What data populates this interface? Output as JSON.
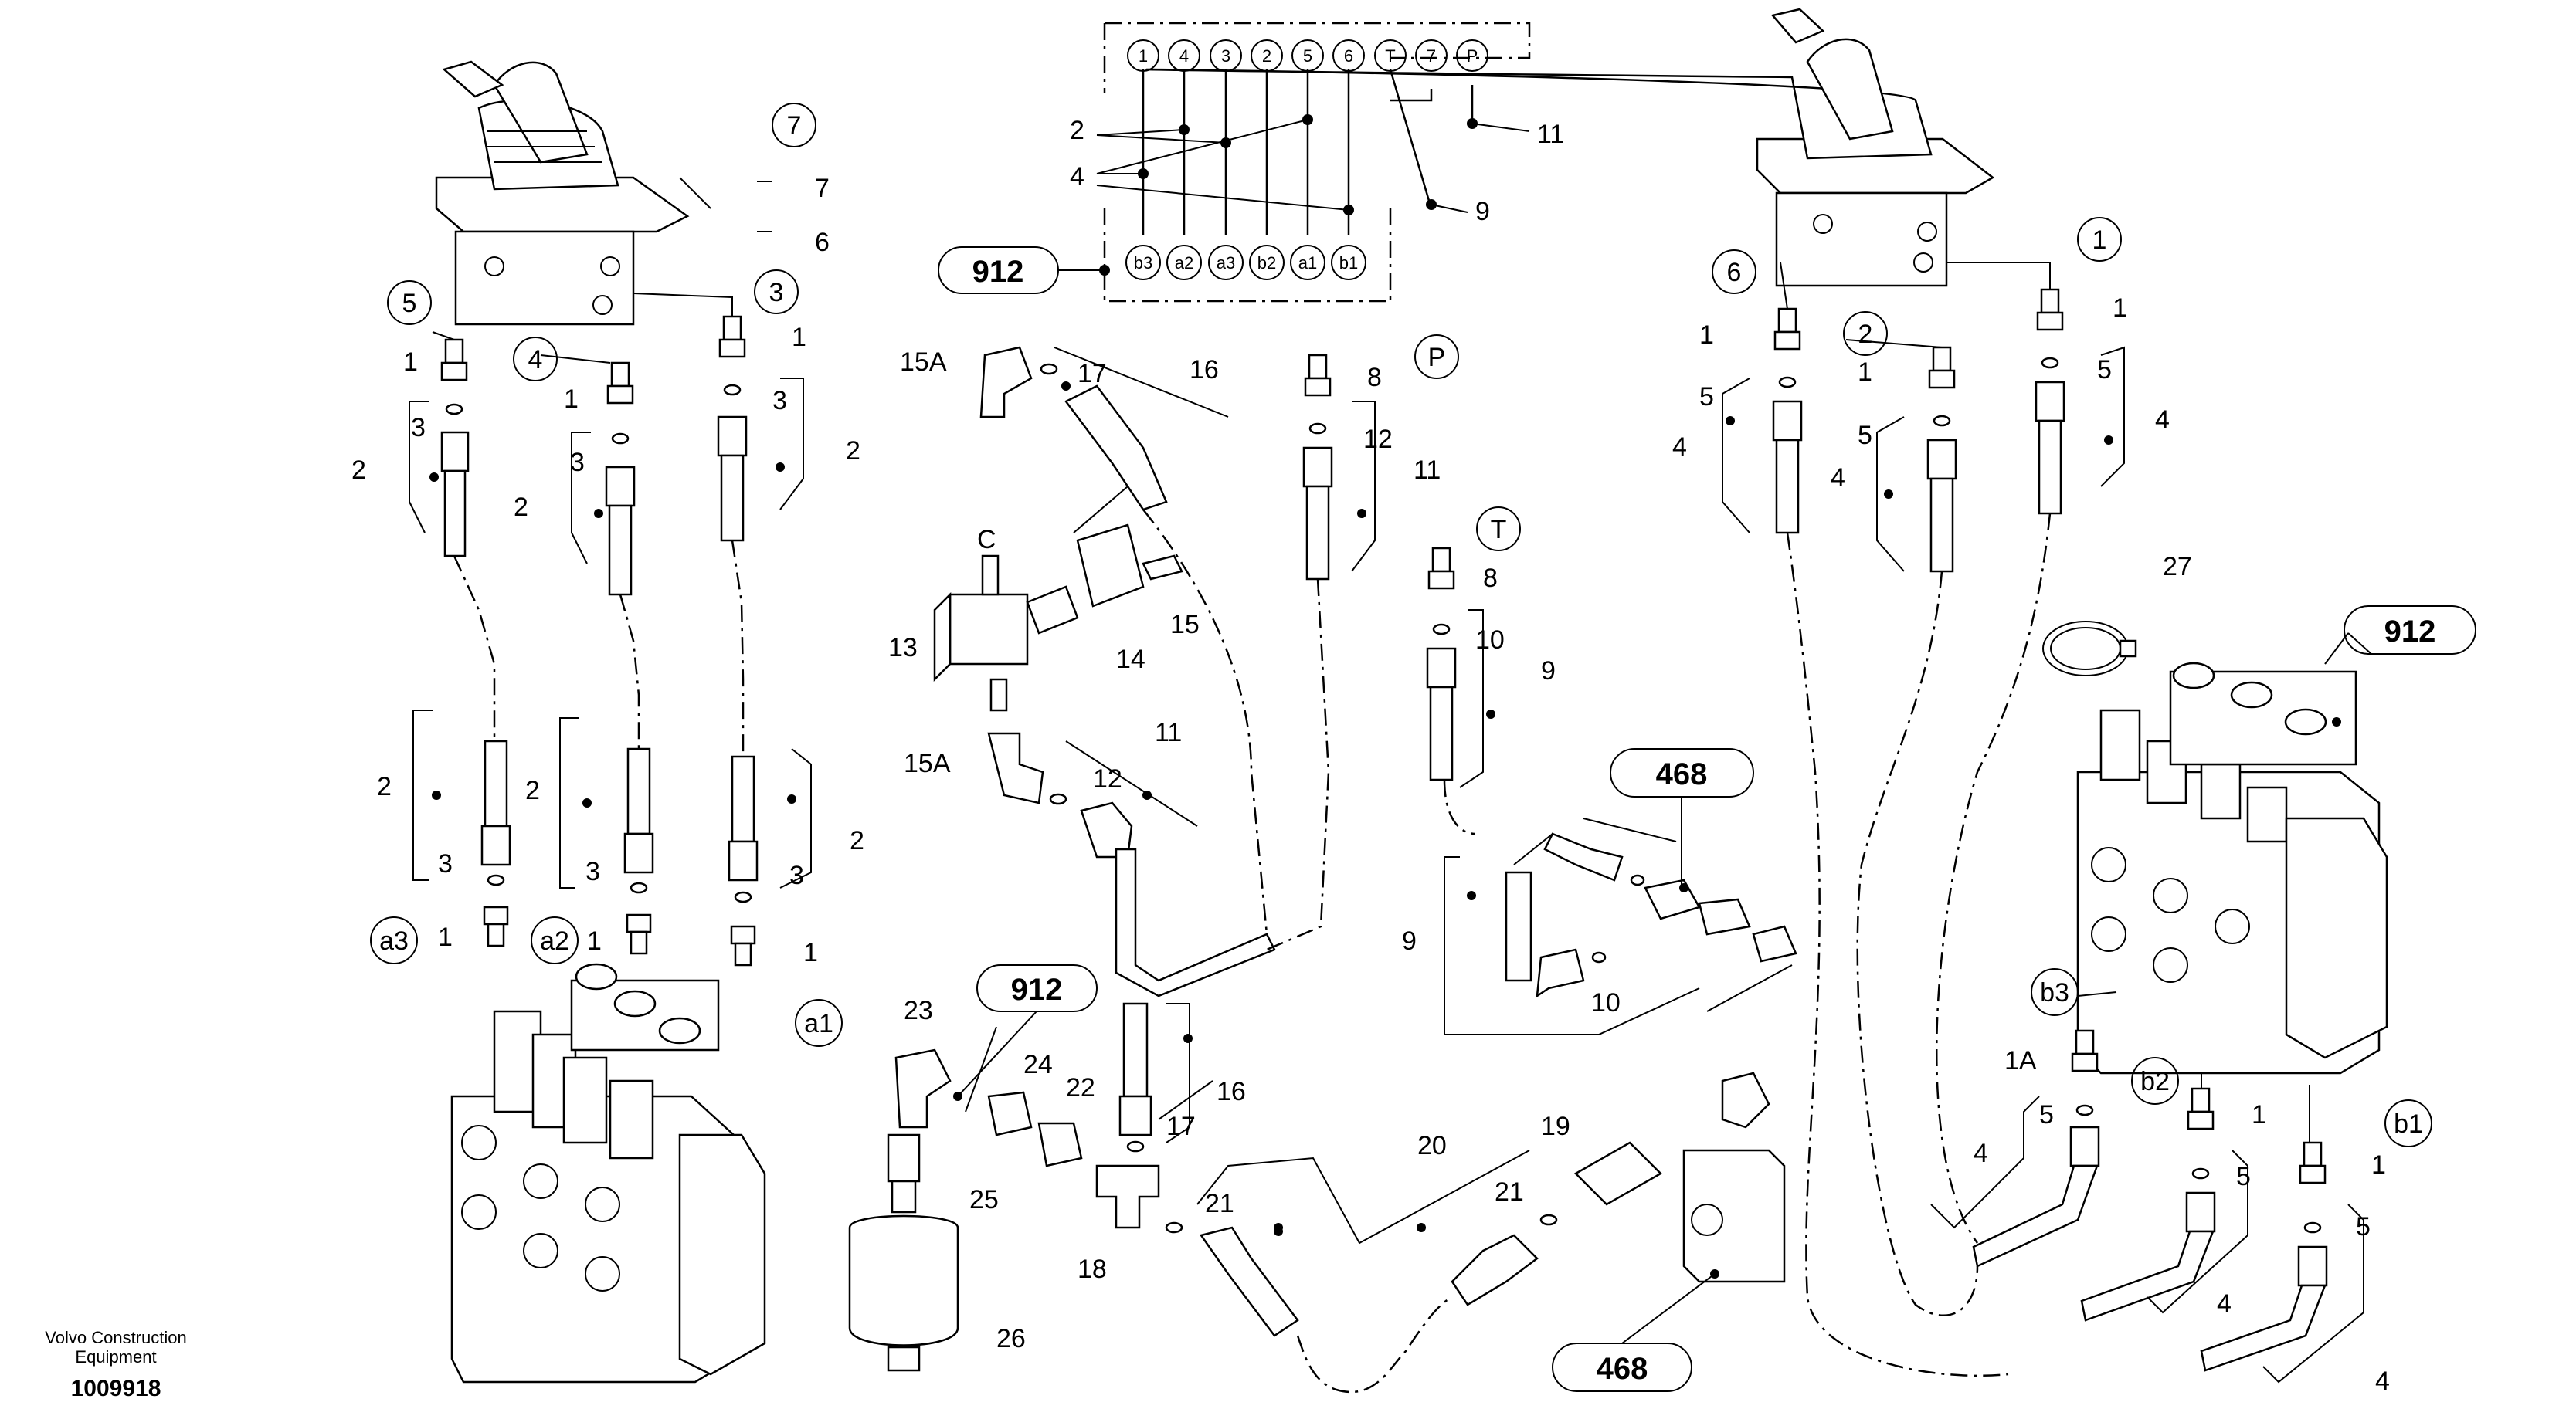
{
  "callouts": {
    "c7": "7",
    "c5": "5",
    "c4": "4",
    "c3": "3",
    "c1": "1",
    "c6": "6",
    "c2": "2",
    "cP": "P",
    "cT": "T",
    "a1": "a1",
    "a2": "a2",
    "a3": "a3",
    "b1": "b1",
    "b2": "b2",
    "b3": "b3"
  },
  "connector": {
    "top": [
      "1",
      "4",
      "3",
      "2",
      "5",
      "6",
      "T",
      "7",
      "P"
    ],
    "bottom": [
      "b3",
      "a2",
      "a3",
      "b2",
      "a1",
      "b1"
    ]
  },
  "refs": {
    "r912": "912",
    "r468": "468"
  },
  "labels": {
    "n1": "1",
    "n1A": "1A",
    "n2": "2",
    "n3": "3",
    "n4": "4",
    "n5": "5",
    "n6": "6",
    "n7": "7",
    "n8": "8",
    "n9": "9",
    "n10": "10",
    "n11": "11",
    "n12": "12",
    "n13": "13",
    "n14": "14",
    "n15": "15",
    "n15A": "15A",
    "n16": "16",
    "n17": "17",
    "n18": "18",
    "n19": "19",
    "n20": "20",
    "n21": "21",
    "n22": "22",
    "n23": "23",
    "n24": "24",
    "n25": "25",
    "n26": "26",
    "n27": "27",
    "C": "C"
  },
  "footer": {
    "brand_line1": "Volvo Construction",
    "brand_line2": "Equipment",
    "doc_number": "1009918"
  }
}
